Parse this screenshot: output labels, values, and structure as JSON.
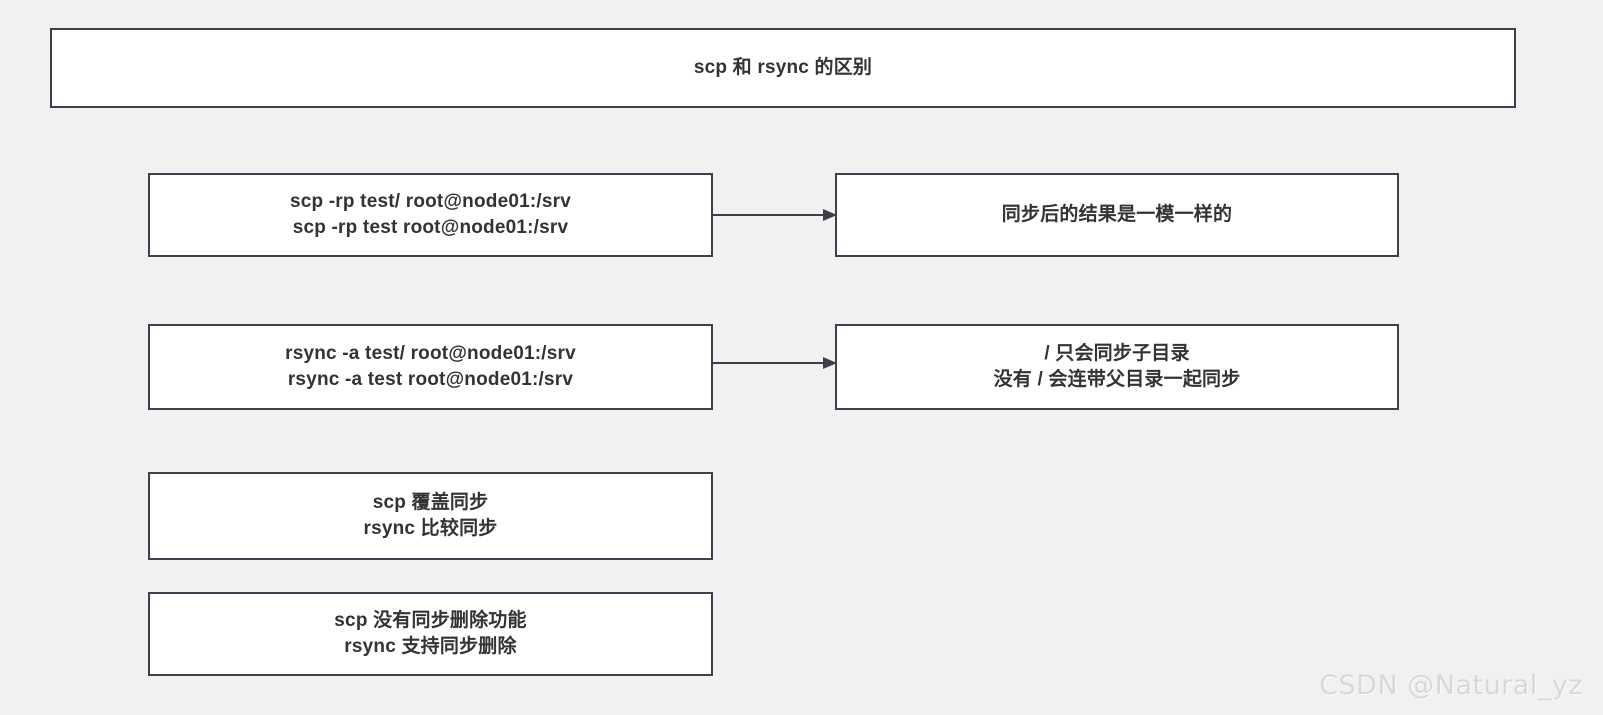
{
  "diagram": {
    "title_box": {
      "label": "scp 和 rsync 的区别"
    },
    "nodes": {
      "scp_command": {
        "line1": "scp -rp test/ root@node01:/srv",
        "line2": "scp -rp test root@node01:/srv"
      },
      "scp_result": {
        "line1": "同步后的结果是一模一样的"
      },
      "rsync_command": {
        "line1": "rsync -a test/ root@node01:/srv",
        "line2": "rsync -a test root@node01:/srv"
      },
      "rsync_result": {
        "line1": "/ 只会同步子目录",
        "line2": "没有 / 会连带父目录一起同步"
      },
      "overwrite_compare": {
        "line1": "scp 覆盖同步",
        "line2": "rsync 比较同步"
      },
      "delete_support": {
        "line1": "scp 没有同步删除功能",
        "line2": "rsync 支持同步删除"
      }
    },
    "connectors": [
      {
        "name": "scp-arrow",
        "from": "scp_command",
        "to": "scp_result"
      },
      {
        "name": "rsync-arrow",
        "from": "rsync_command",
        "to": "rsync_result"
      }
    ],
    "colors": {
      "background": "#f1f1f1",
      "node_fill": "#ffffff",
      "node_border": "#3b414d",
      "text": "#333333",
      "connector": "#3b3f47",
      "watermark": "#d8d8d8"
    }
  },
  "watermark": {
    "label": "CSDN @Natural_yz"
  }
}
